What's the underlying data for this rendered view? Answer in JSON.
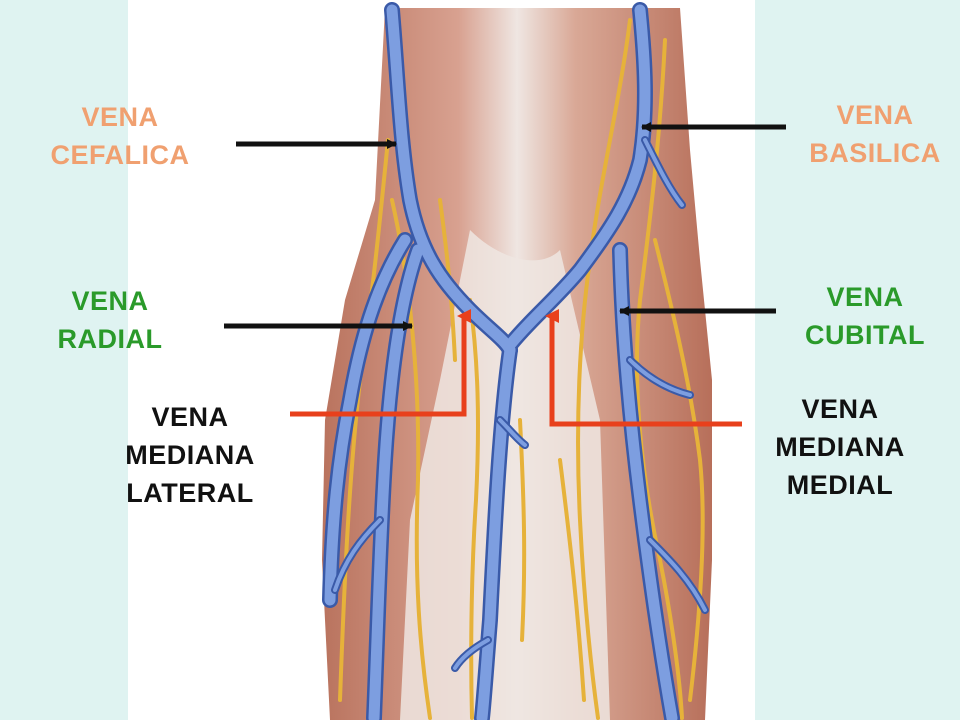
{
  "colors": {
    "side_background": "#dff3f1",
    "center_background": "#ffffff",
    "label_orange": "#f0a070",
    "label_green": "#2a9a2a",
    "label_black": "#111111",
    "arrow_black": "#111111",
    "arrow_red": "#e8401c",
    "vein_blue": "#6a8ed6",
    "vein_outline": "#3a5aa8",
    "nerve_yellow": "#e6b23a",
    "muscle": "#c98a76",
    "tendon": "#e9e0dc"
  },
  "labels": {
    "cefalica": {
      "line1": "VENA",
      "line2": "CEFALICA"
    },
    "basilica": {
      "line1": "VENA",
      "line2": "BASILICA"
    },
    "radial": {
      "line1": "VENA",
      "line2": "RADIAL"
    },
    "cubital": {
      "line1": "VENA",
      "line2": "CUBITAL"
    },
    "mediana_lateral": {
      "line1": "VENA",
      "line2": "MEDIANA",
      "line3": "LATERAL"
    },
    "mediana_medial": {
      "line1": "VENA",
      "line2": "MEDIANA",
      "line3": "MEDIAL"
    }
  }
}
